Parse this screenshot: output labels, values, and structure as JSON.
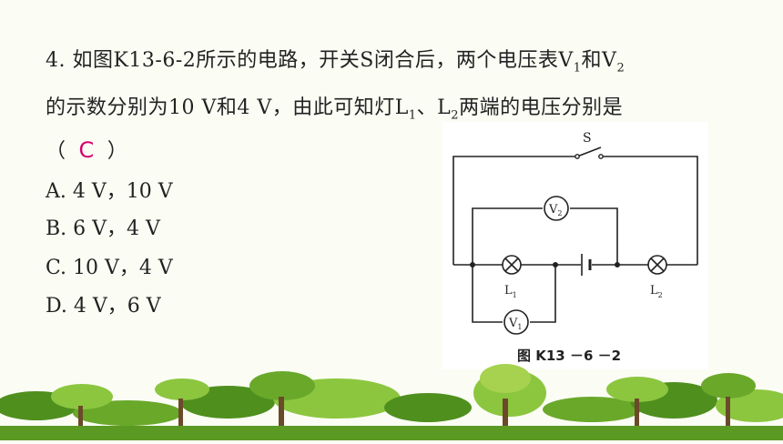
{
  "question": {
    "number": "4.",
    "line1_a": "如图K13-6-2所示的电路，开关S闭合后，两个电压表V",
    "line1_sub1": "1",
    "line1_b": "和V",
    "line1_sub2": "2",
    "line2_a": "的示数分别为10 V和4 V，由此可知灯L",
    "line2_sub1": "1",
    "line2_b": "、L",
    "line2_sub2": "2",
    "line2_c": "两端的电压分别是",
    "paren_open": "（",
    "answer": "C",
    "paren_close": "）"
  },
  "options": [
    {
      "text": "A.  4 V，10 V"
    },
    {
      "text": "B.  6 V，4 V"
    },
    {
      "text": "C.  10 V，4 V"
    },
    {
      "text": "D.  4 V，6 V"
    }
  ],
  "figure": {
    "switch_label": "S",
    "v2_letter": "V",
    "v2_sub": "2",
    "v1_letter": "V",
    "v1_sub": "1",
    "l1_letter": "L",
    "l1_sub": "1",
    "l2_letter": "L",
    "l2_sub": "2",
    "caption": "图 K13 －6 －2"
  },
  "colors": {
    "answer": "#d6006e",
    "tree_dark": "#4f8f1e",
    "tree_light": "#8cc63f",
    "tree_trunk": "#6b4a2a"
  }
}
